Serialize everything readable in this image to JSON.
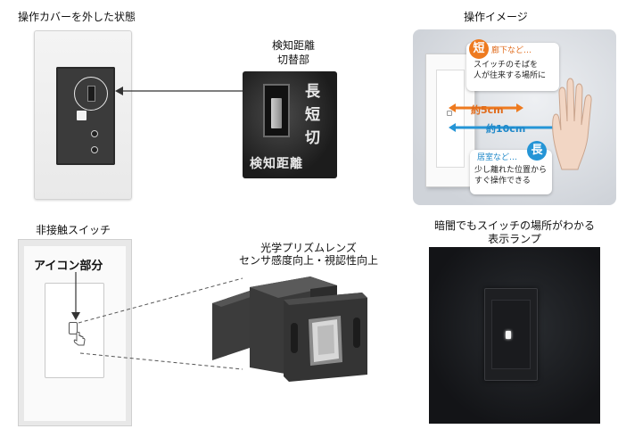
{
  "panel_cover_removed": {
    "title": "操作カバーを外した状態"
  },
  "panel_selector": {
    "title_line1": "検知距離",
    "title_line2": "切替部",
    "label_long": "長",
    "label_short": "短",
    "label_off": "切",
    "label_bottom": "検知距離"
  },
  "panel_operation": {
    "title": "操作イメージ",
    "short": {
      "badge": "短",
      "heading": "廊下など…",
      "line1": "スイッチのそばを",
      "line2": "人が往来する場所に",
      "distance": "約5cm"
    },
    "long": {
      "badge": "長",
      "heading": "居室など…",
      "line1": "少し離れた位置から",
      "line2": "すぐ操作できる",
      "distance": "約10cm"
    },
    "colors": {
      "short": "#ee7a1f",
      "long": "#2595d6"
    }
  },
  "panel_contactless": {
    "title": "非接触スイッチ",
    "icon_label": "アイコン部分"
  },
  "panel_lens": {
    "title_line1": "光学プリズムレンズ",
    "title_line2": "センサ感度向上・視認性向上"
  },
  "panel_lamp": {
    "title_line1": "暗闇でもスイッチの場所がわかる",
    "title_line2": "表示ランプ"
  }
}
